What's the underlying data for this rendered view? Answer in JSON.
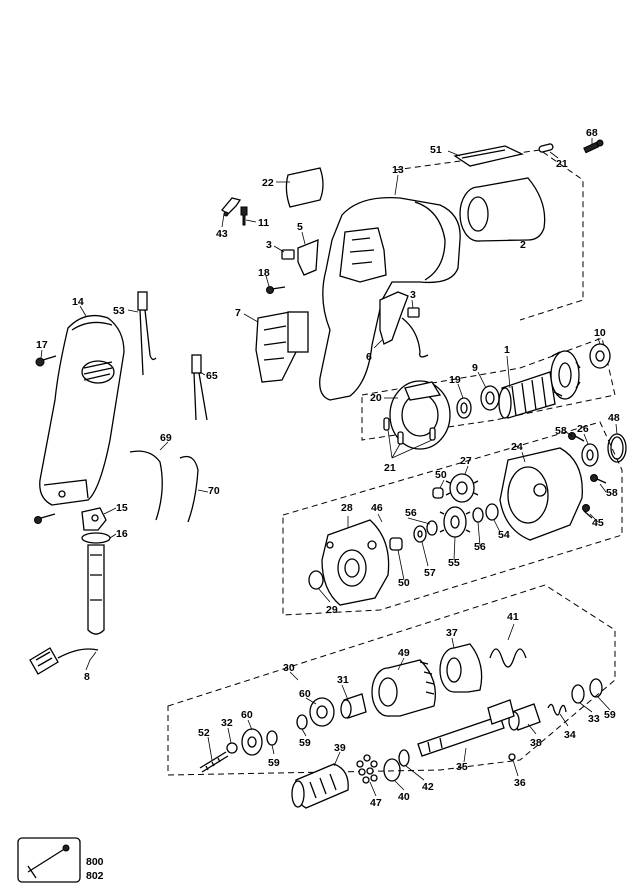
{
  "callouts": [
    {
      "id": "p68",
      "text": "68"
    },
    {
      "id": "p51",
      "text": "51"
    },
    {
      "id": "p21a",
      "text": "21"
    },
    {
      "id": "p13",
      "text": "13"
    },
    {
      "id": "p22",
      "text": "22"
    },
    {
      "id": "p43",
      "text": "43"
    },
    {
      "id": "p11",
      "text": "11"
    },
    {
      "id": "p5",
      "text": "5"
    },
    {
      "id": "p3a",
      "text": "3"
    },
    {
      "id": "p2",
      "text": "2"
    },
    {
      "id": "p18",
      "text": "18"
    },
    {
      "id": "p3b",
      "text": "3"
    },
    {
      "id": "p14",
      "text": "14"
    },
    {
      "id": "p53",
      "text": "53"
    },
    {
      "id": "p7",
      "text": "7"
    },
    {
      "id": "p17",
      "text": "17"
    },
    {
      "id": "p6",
      "text": "6"
    },
    {
      "id": "p10",
      "text": "10"
    },
    {
      "id": "p1",
      "text": "1"
    },
    {
      "id": "p9",
      "text": "9"
    },
    {
      "id": "p19",
      "text": "19"
    },
    {
      "id": "p65",
      "text": "65"
    },
    {
      "id": "p20",
      "text": "20"
    },
    {
      "id": "p48",
      "text": "48"
    },
    {
      "id": "p58a",
      "text": "58"
    },
    {
      "id": "p26",
      "text": "26"
    },
    {
      "id": "p24",
      "text": "24"
    },
    {
      "id": "p69",
      "text": "69"
    },
    {
      "id": "p21b",
      "text": "21"
    },
    {
      "id": "p27",
      "text": "27"
    },
    {
      "id": "p50a",
      "text": "50"
    },
    {
      "id": "p70",
      "text": "70"
    },
    {
      "id": "p58b",
      "text": "58"
    },
    {
      "id": "p15",
      "text": "15"
    },
    {
      "id": "p28",
      "text": "28"
    },
    {
      "id": "p46",
      "text": "46"
    },
    {
      "id": "p56a",
      "text": "56"
    },
    {
      "id": "p45",
      "text": "45"
    },
    {
      "id": "p16",
      "text": "16"
    },
    {
      "id": "p54",
      "text": "54"
    },
    {
      "id": "p56b",
      "text": "56"
    },
    {
      "id": "p57",
      "text": "57"
    },
    {
      "id": "p55",
      "text": "55"
    },
    {
      "id": "p50b",
      "text": "50"
    },
    {
      "id": "p29",
      "text": "29"
    },
    {
      "id": "p41",
      "text": "41"
    },
    {
      "id": "p37",
      "text": "37"
    },
    {
      "id": "p8",
      "text": "8"
    },
    {
      "id": "p30",
      "text": "30"
    },
    {
      "id": "p49",
      "text": "49"
    },
    {
      "id": "p31",
      "text": "31"
    },
    {
      "id": "p60a",
      "text": "60"
    },
    {
      "id": "p60b",
      "text": "60"
    },
    {
      "id": "p32",
      "text": "32"
    },
    {
      "id": "p52",
      "text": "52"
    },
    {
      "id": "p59a",
      "text": "59"
    },
    {
      "id": "p59b",
      "text": "59"
    },
    {
      "id": "p33",
      "text": "33"
    },
    {
      "id": "p59c",
      "text": "59"
    },
    {
      "id": "p34",
      "text": "34"
    },
    {
      "id": "p38",
      "text": "38"
    },
    {
      "id": "p39",
      "text": "39"
    },
    {
      "id": "p35",
      "text": "35"
    },
    {
      "id": "p42",
      "text": "42"
    },
    {
      "id": "p40",
      "text": "40"
    },
    {
      "id": "p47",
      "text": "47"
    },
    {
      "id": "p36",
      "text": "36"
    },
    {
      "id": "p800",
      "text": "800"
    },
    {
      "id": "p802",
      "text": "802"
    }
  ]
}
